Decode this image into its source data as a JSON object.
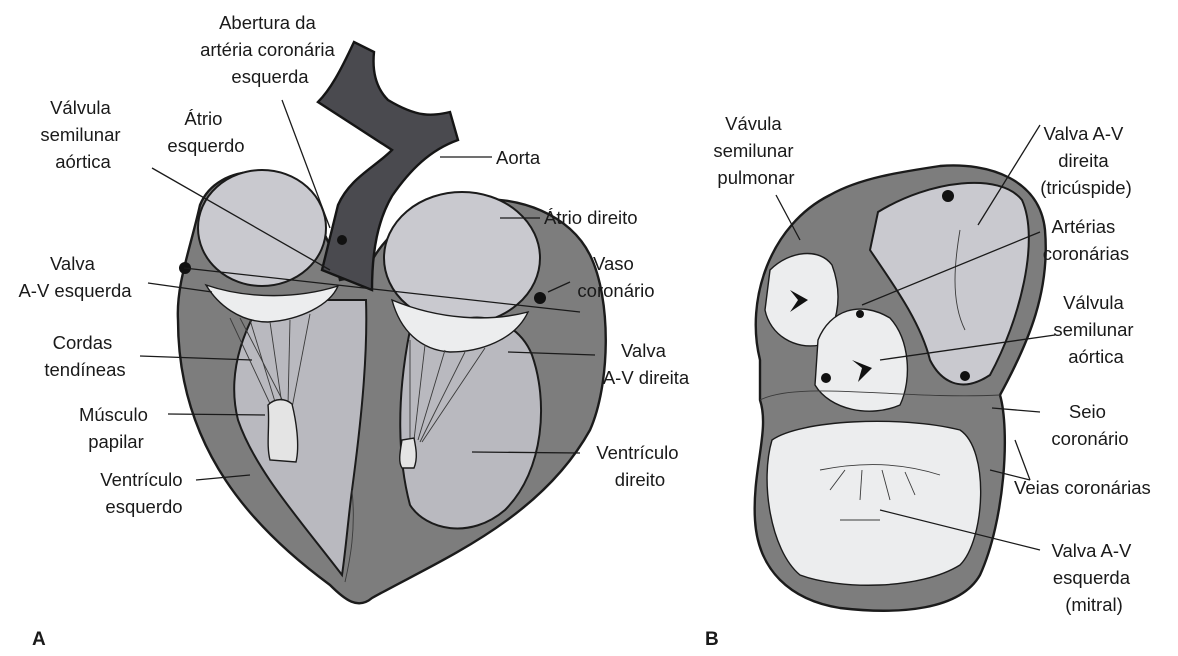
{
  "panel_a": {
    "letter": "A",
    "labels": {
      "abertura": [
        "Abertura da",
        "artéria coronária",
        "esquerda"
      ],
      "valvula_aortica": [
        "Válvula",
        "semilunar",
        "aórtica"
      ],
      "atrio_esquerdo": [
        "Átrio",
        "esquerdo"
      ],
      "aorta": [
        "Aorta"
      ],
      "atrio_direito": [
        "Átrio direito"
      ],
      "valva_av_esquerda": [
        "Valva",
        "A-V esquerda"
      ],
      "vaso_coronario": [
        "Vaso",
        "coronário"
      ],
      "cordas": [
        "Cordas",
        "tendíneas"
      ],
      "valva_av_direita": [
        "Valva",
        "A-V direita"
      ],
      "musculo": [
        "Músculo",
        "papilar"
      ],
      "ventriculo_esquerdo": [
        "Ventrículo",
        "esquerdo"
      ],
      "ventriculo_direito": [
        "Ventrículo",
        "direito"
      ]
    }
  },
  "panel_b": {
    "letter": "B",
    "labels": {
      "valvula_pulmonar": [
        "Vávula",
        "semilunar",
        "pulmonar"
      ],
      "valva_tricuspide": [
        "Valva A-V",
        "direita",
        "(tricúspide)"
      ],
      "arterias": [
        "Artérias",
        "coronárias"
      ],
      "valvula_aortica_b": [
        "Válvula",
        "semilunar",
        "aórtica"
      ],
      "seio": [
        "Seio",
        "coronário"
      ],
      "veias": [
        "Veias coronárias"
      ],
      "valva_mitral": [
        "Valva A-V",
        "esquerda",
        "(mitral)"
      ]
    }
  },
  "colors": {
    "wall": "#7d7d7d",
    "cavity": "#b9b9bf",
    "aorta": "#4a4a4f",
    "valve": "#ecedee"
  }
}
